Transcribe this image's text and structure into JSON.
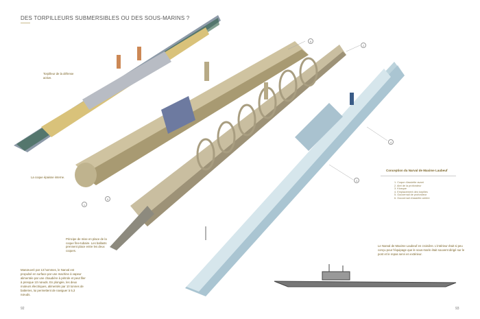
{
  "header": {
    "title": "DES TORPILLEURS SUBMERSIBLES OU DES SOUS-MARINS ?"
  },
  "captions": {
    "torpilleur": "Torpilleur de la défense active.",
    "coque": "La coque épaisse interne.",
    "principe": "Principe de mise en place de la coque fine-tubaire. Les ballasts prennent place entre les deux coques.",
    "narval_text": "Manœuvré par 13 hommes, le Narval est propulsé en surface par une machine à vapeur alimentée par une chaudière à pétrole et peut filer à presque 10 nœuds. En plongée, les deux moteurs électriques, alimentés par 10 tonnes de batteries, lui permettent de naviguer à 5,3 nœuds.",
    "croisiere": "Le Narval de Maxime Laubeuf en croisière. L'intérieur était si peu conçu pour l'équipage que le sous-marin était souvent dirigé sur le pont et le repas servi en extérieur."
  },
  "legend": {
    "title": "Conception du Narval de Maxime Laubeuf",
    "items": [
      "1. Coque d'assiette avant",
      "2. Abri de la profondeur",
      "3. Kiosque",
      "4. Emplacement des torpilles",
      "5. Gouvernail de profondeur",
      "6. Gouvernail d'assiette arrière"
    ]
  },
  "callouts": [
    "6",
    "2",
    "4",
    "3",
    "1",
    "5"
  ],
  "pages": {
    "left": "92",
    "right": "93"
  }
}
